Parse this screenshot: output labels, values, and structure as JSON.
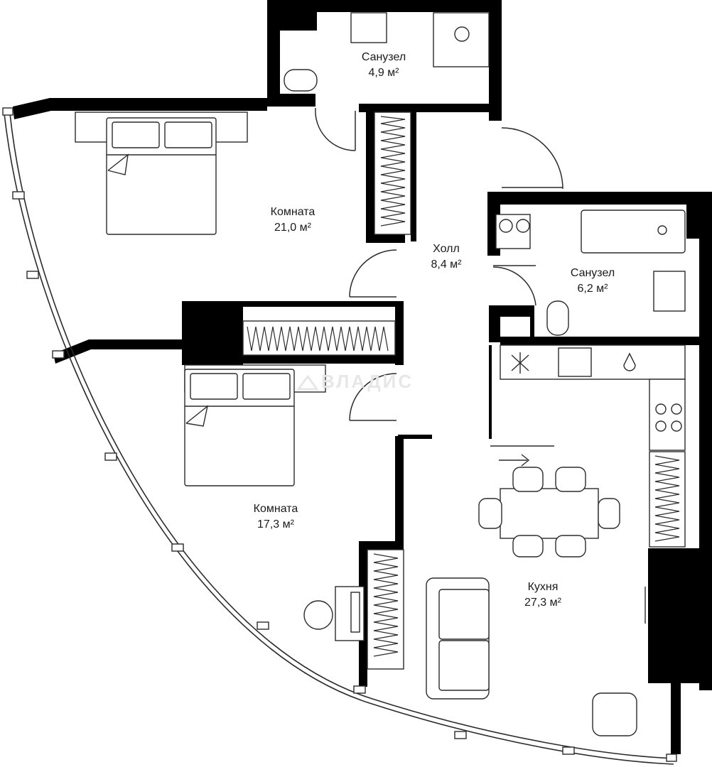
{
  "watermark": "ВЛАДИС",
  "rooms": [
    {
      "name": "Санузел",
      "area": "4,9 м²"
    },
    {
      "name": "Комната",
      "area": "21,0 м²"
    },
    {
      "name": "Холл",
      "area": "8,4 м²"
    },
    {
      "name": "Санузел",
      "area": "6,2 м²"
    },
    {
      "name": "Комната",
      "area": "17,3 м²"
    },
    {
      "name": "Кухня",
      "area": "27,3 м²"
    }
  ],
  "colors": {
    "wall": "#000000",
    "line": "#2b2b2b",
    "furniture_fill": "#ffffff",
    "watermark": "#e7e7e7"
  }
}
